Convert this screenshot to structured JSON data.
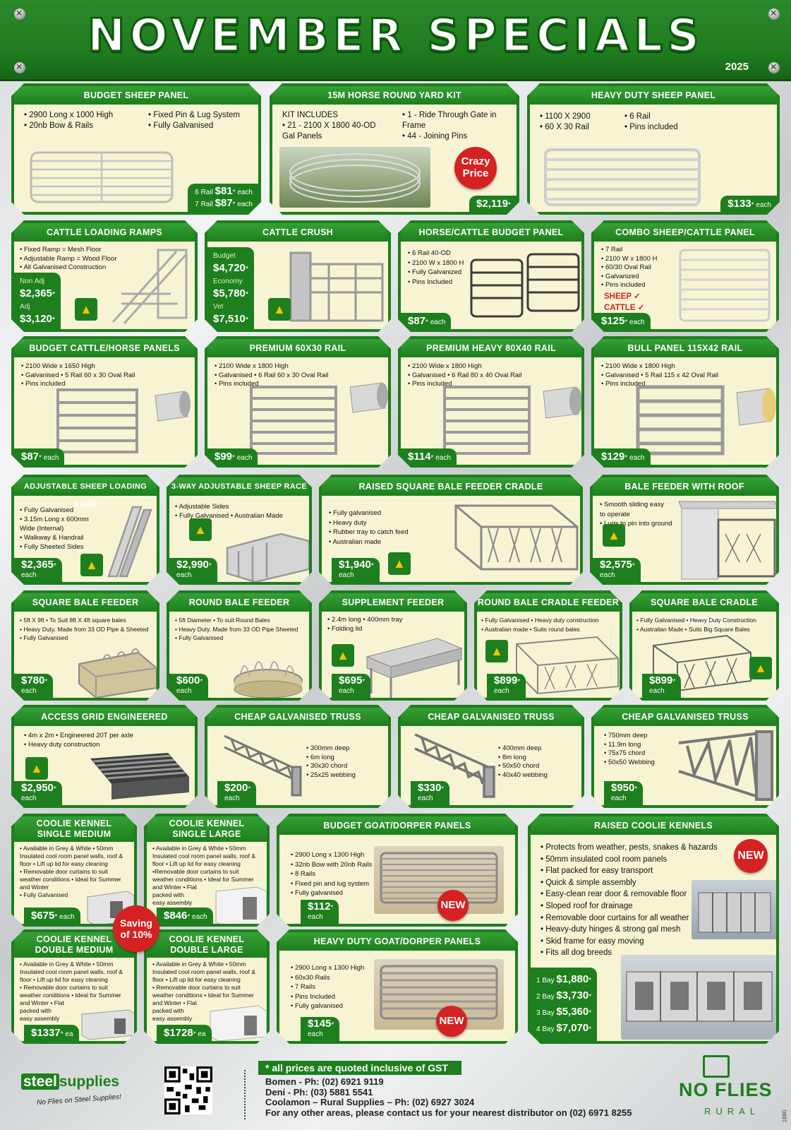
{
  "header": {
    "title": "NOVEMBER SPECIALS",
    "year": "2025"
  },
  "cards": {
    "c1": {
      "title": "BUDGET SHEEP PANEL",
      "f": [
        "• 2900 Long x 1000 High",
        "• 20nb Bow & Rails",
        "• Fixed Pin & Lug System",
        "• Fully Galvanised"
      ],
      "p1l": "6 Rail",
      "p1": "$81",
      "p2l": "7 Rail",
      "p2": "$87",
      "unit": "each"
    },
    "c2": {
      "title": "15M HORSE ROUND YARD KIT",
      "f": [
        "KIT INCLUDES",
        "• 21 - 2100 X 1800 40-OD",
        "   Gal Panels",
        "• 1 - Ride Through Gate in",
        "   Frame",
        "• 44 - Joining Pins"
      ],
      "badge1": "Crazy",
      "badge2": "Price",
      "price": "$2,119"
    },
    "c3": {
      "title": "HEAVY DUTY SHEEP PANEL",
      "f": [
        "• 1100 X 2900",
        "• 60 X 30 Rail",
        "• 6 Rail",
        "• Pins included"
      ],
      "price": "$133",
      "unit": "each"
    },
    "c4": {
      "title": "CATTLE LOADING RAMPS",
      "f": [
        "• Fixed Ramp = Mesh Floor",
        "• Adjustable Ramp = Wood Floor",
        "• All Galvanised Construction"
      ],
      "l1": "Non Adj",
      "p1": "$2,365",
      "l2": "Adj",
      "p2": "$3,120"
    },
    "c5": {
      "title": "CATTLE CRUSH",
      "l1": "Budget",
      "p1": "$4,720",
      "l2": "Economy",
      "p2": "$5,780",
      "l3": "Vet",
      "p3": "$7,510"
    },
    "c6": {
      "title": "HORSE/CATTLE BUDGET PANEL",
      "f": [
        "• 6 Rail 40-OD",
        "• 2100 W x 1800 H",
        "• Fully Galvanized",
        "• Pins Included"
      ],
      "price": "$87",
      "unit": "each"
    },
    "c7": {
      "title": "COMBO SHEEP/CATTLE PANEL",
      "f": [
        "• 7 Rail",
        "• 2100 W x 1800 H",
        "• 60/30 Oval Rail",
        "• Galvanized",
        "• Pins included"
      ],
      "sheep": "SHEEP ✓",
      "cattle": "CATTLE ✓",
      "price": "$125",
      "unit": "each"
    },
    "c8": {
      "title": "BUDGET CATTLE/HORSE PANELS",
      "f": [
        "• 2100 Wide x 1650 High",
        "• Galvanised • 5 Rail 60 x 30 Oval Rail",
        "• Pins included"
      ],
      "price": "$87",
      "unit": "each"
    },
    "c9": {
      "title": "PREMIUM 60X30 RAIL",
      "f": [
        "• 2100 Wide x 1800 High",
        "• Galvanised • 6 Rail 60 x 30 Oval Rail",
        "• Pins included"
      ],
      "price": "$99",
      "unit": "each"
    },
    "c10": {
      "title": "PREMIUM HEAVY 80X40 RAIL",
      "f": [
        "• 2100 Wide x 1800 High",
        "• Galvanised • 6 Rail 80 x 40 Oval Rail",
        "• Pins included"
      ],
      "price": "$114",
      "unit": "each"
    },
    "c11": {
      "title": "BULL PANEL 115X42 RAIL",
      "f": [
        "• 2100 Wide x 1800 High",
        "• Galvanised • 5 Rail 115 x 42 Oval Rail",
        "• Pins included"
      ],
      "price": "$129",
      "unit": "each"
    },
    "c12": {
      "title": "ADJUSTABLE SHEEP LOADING RAMP",
      "f": [
        "• Fully Galvanised",
        "• 3.15m Long x 600mm",
        "   Wide (Internal)",
        "• Walkway & Handrail",
        "• Fully Sheeted Sides"
      ],
      "price": "$2,365",
      "unit": "each"
    },
    "c13": {
      "title": "3-WAY ADJUSTABLE SHEEP RACE",
      "f": [
        "• Adjustable Sides",
        "• Fully Galvanised • Australian Made"
      ],
      "price": "$2,990",
      "unit": "each"
    },
    "c14": {
      "title": "RAISED SQUARE BALE FEEDER CRADLE",
      "f": [
        "• Fully galvanised",
        "• Heavy duty",
        "• Rubber tray to catch feed",
        "• Australian made"
      ],
      "price": "$1,940",
      "unit": "each"
    },
    "c15": {
      "title": "BALE FEEDER WITH ROOF",
      "f": [
        "• Smooth sliding easy",
        "   to operate",
        "• Lugs to pin into ground"
      ],
      "price": "$2,575",
      "unit": "each"
    },
    "c16": {
      "title": "SQUARE BALE FEEDER",
      "f": [
        "• 5ft X 9ft • To Suit 8ft X 4ft square bales",
        "• Heavy Duty. Made from 33 OD Pipe & Sheeted",
        "• Fully Galvanised"
      ],
      "price": "$780",
      "unit": "each"
    },
    "c17": {
      "title": "ROUND BALE FEEDER",
      "f": [
        "• 5ft Diameter • To suit Round Bales",
        "• Heavy Duty. Made from 33 OD Pipe Sheeted",
        "• Fully Galvanised"
      ],
      "price": "$600",
      "unit": "each"
    },
    "c18": {
      "title": "SUPPLEMENT FEEDER",
      "f": [
        "• 2.4m long • 400mm tray",
        "• Folding lid"
      ],
      "price": "$695",
      "unit": "each"
    },
    "c19": {
      "title": "ROUND BALE CRADLE FEEDER",
      "f": [
        "• Fully Galvanised • Heavy duty construction",
        "• Australian made • Suits round bales"
      ],
      "price": "$899",
      "unit": "each"
    },
    "c20": {
      "title": "SQUARE BALE CRADLE FEEDER",
      "f": [
        "• Fully Galvanised • Heavy Duty Construction",
        "• Australian Made • Suits Big Square Bales"
      ],
      "price": "$899",
      "unit": "each"
    },
    "c21": {
      "title": "ACCESS GRID ENGINEERED",
      "f": [
        "• 4m x 2m • Engineered 20T per axle",
        "• Heavy duty construction"
      ],
      "price": "$2,950",
      "unit": "each"
    },
    "c22": {
      "title": "CHEAP GALVANISED TRUSS",
      "f": [
        "• 300mm deep",
        "• 6m long",
        "• 30x30 chord",
        "• 25x25 webbing"
      ],
      "price": "$200",
      "unit": "each"
    },
    "c23": {
      "title": "CHEAP GALVANISED TRUSS",
      "f": [
        "• 400mm deep",
        "• 8m long",
        "• 50x50 chord",
        "• 40x40 webbing"
      ],
      "price": "$330",
      "unit": "each"
    },
    "c24": {
      "title": "CHEAP GALVANISED TRUSS",
      "f": [
        "• 750mm deep",
        "• 11.9m long",
        "• 75x75 chord",
        "• 50x50 Webbing"
      ],
      "price": "$950",
      "unit": "each"
    },
    "c25": {
      "t1": "COOLIE KENNEL",
      "t2": "SINGLE MEDIUM",
      "f": [
        "• Available in Grey & White • 50mm",
        "Insulated cool room panel walls, roof &",
        "floor • Lift up lid for easy cleaning",
        "• Removable door curtains to suit",
        "weather conditions • Ideal for Summer",
        "and Winter",
        "• Fully Galvanised"
      ],
      "price": "$675",
      "unit": "each"
    },
    "c26": {
      "t1": "COOLIE KENNEL",
      "t2": "SINGLE LARGE",
      "f": [
        "• Available in Grey & White • 50mm",
        "Insulated cool room panel walls, roof &",
        "floor • Lift up lid for easy cleaning",
        "•Removable door curtains to suit",
        "weather conditions • Ideal for Summer",
        "and Winter • Flat",
        "packed with",
        "easy assembly"
      ],
      "price": "$846",
      "unit": "each"
    },
    "c27": {
      "t1": "COOLIE KENNEL",
      "t2": "DOUBLE MEDIUM",
      "f": [
        "• Available in Grey & White • 50mm",
        "Insulated cool room panel walls, roof &",
        "floor • Lift up lid for easy cleaning",
        "• Removable door curtains to suit",
        "weather conditions • Ideal for Summer",
        "and Winter • Flat",
        "packed with",
        "easy assembly"
      ],
      "price": "$1337",
      "unit": "ea"
    },
    "c28": {
      "t1": "COOLIE KENNEL",
      "t2": "DOUBLE LARGE",
      "f": [
        "• Available in Grey & White • 50mm",
        "Insulated cool room panel walls, roof &",
        "floor • Lift up lid for easy cleaning",
        "• Removable door curtains to suit",
        "weather conditions • Ideal for Summer",
        "and Winter • Flat",
        "packed with",
        "easy assembly"
      ],
      "price": "$1728",
      "unit": "ea"
    },
    "c29": {
      "title": "BUDGET GOAT/DORPER PANELS",
      "f": [
        "• 2900 Long x 1300 High",
        "• 32nb Bow with 20nb Rails",
        "• 8 Rails",
        "• Fixed pin and lug system",
        "• Fully galvanised"
      ],
      "price": "$112",
      "unit": "each",
      "new": "NEW"
    },
    "c30": {
      "title": "HEAVY DUTY GOAT/DORPER PANELS",
      "f": [
        "• 2900 Long x 1300 High",
        "• 60x30 Rails",
        "• 7 Rails",
        "• Pins Included",
        "• Fully galvanised"
      ],
      "price": "$145",
      "unit": "each",
      "new": "NEW"
    },
    "c31": {
      "title": "RAISED COOLIE KENNELS",
      "f": [
        "• Protects from weather, pests, snakes & hazards",
        "• 50mm insulated cool room panels",
        "• Flat packed for easy transport",
        "• Quick & simple assembly",
        "• Easy-clean rear door & removable floor",
        "• Sloped roof for drainage",
        "• Removable door curtains for all weather",
        "• Heavy-duty hinges & strong gal mesh",
        "• Skid frame for easy moving",
        "• Fits all dog breeds"
      ],
      "new": "NEW",
      "bays": [
        {
          "l": "1 Bay",
          "p": "$1,880"
        },
        {
          "l": "2 Bay",
          "p": "$3,730"
        },
        {
          "l": "3 Bay",
          "p": "$5,360"
        },
        {
          "l": "4 Bay",
          "p": "$7,070"
        }
      ]
    },
    "saving": {
      "t1": "Saving",
      "t2": "of 10%"
    }
  },
  "footer": {
    "gst": "* all prices are quoted inclusive of GST",
    "lines": [
      "Bomen - Ph: (02) 6921 9119",
      "Deni - Ph: (03) 5881 5541",
      "Coolamon – Rural Supplies – Ph: (02) 6927 3024",
      "For any other areas, please contact us for your nearest distributor on (02) 6971 8255"
    ],
    "brand1a": "steel",
    "brand1b": "supplies",
    "tagline": "No Flies on Steel Supplies!",
    "brand2": "NO FLIES",
    "brand2b": "RURAL",
    "code": "1880"
  },
  "colors": {
    "green": "#1d7f1d",
    "cream": "#f7f4d4",
    "red": "#d42222"
  }
}
